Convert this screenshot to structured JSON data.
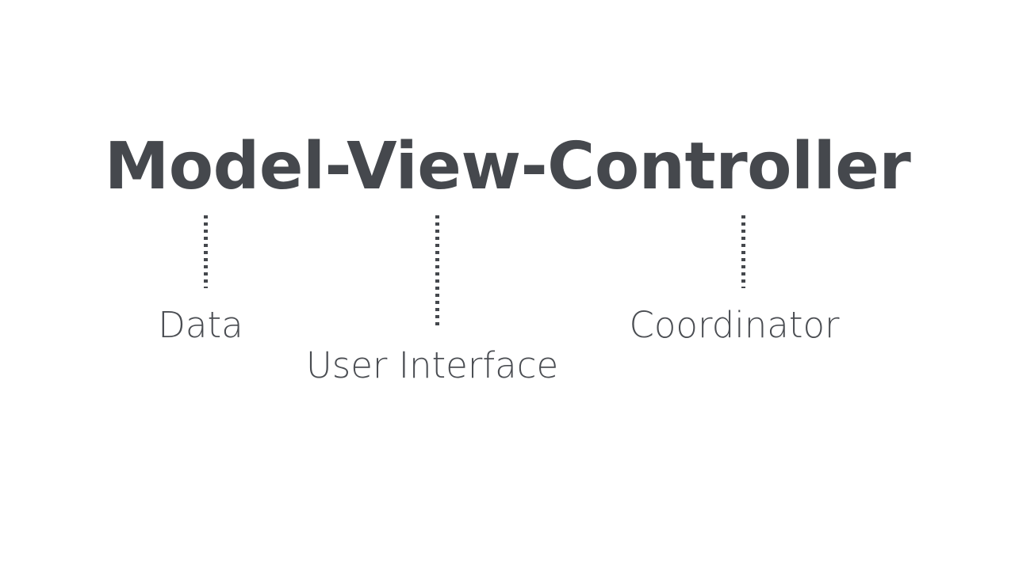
{
  "slide": {
    "background_color": "#ffffff",
    "title": {
      "text": "Model-View-Controller",
      "color": "#45484d",
      "parts": [
        "Model",
        "View",
        "Controller"
      ]
    },
    "nodes": [
      {
        "id": "model",
        "term": "Model",
        "label": "Data",
        "connector_icon": "dotted-vertical-line-icon",
        "connector_color": "#45484d"
      },
      {
        "id": "view",
        "term": "View",
        "label": "User Interface",
        "connector_icon": "dotted-vertical-line-icon",
        "connector_color": "#45484d"
      },
      {
        "id": "controller",
        "term": "Controller",
        "label": "Coordinator",
        "connector_icon": "dotted-vertical-line-icon",
        "connector_color": "#45484d"
      }
    ]
  }
}
